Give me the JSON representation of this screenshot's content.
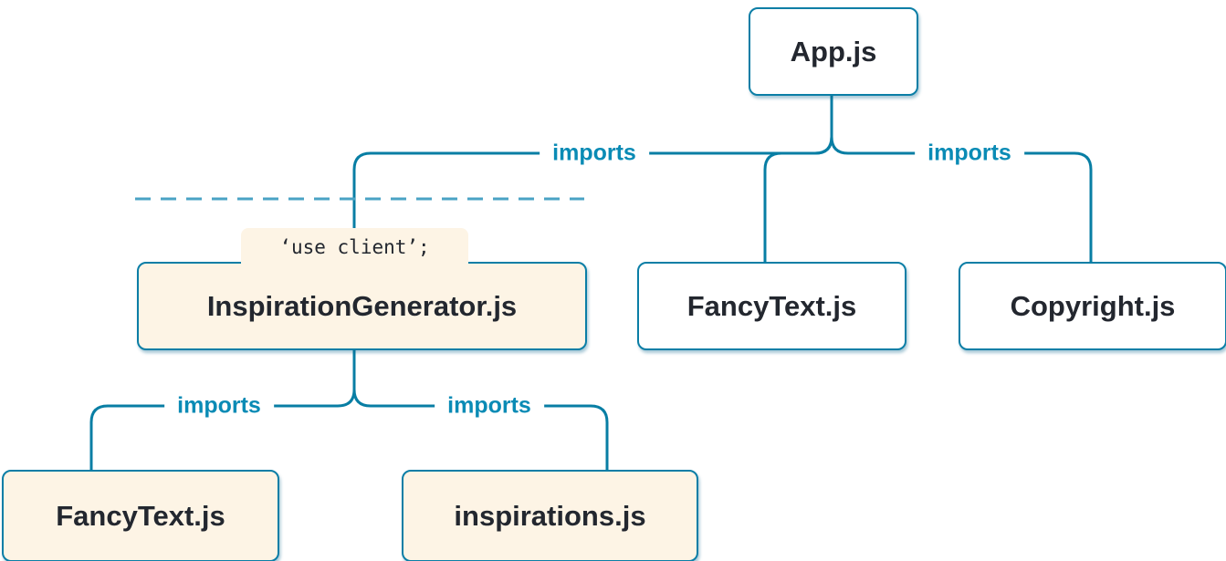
{
  "diagram": {
    "title": "module dependency tree with client boundary",
    "edge_label": "imports",
    "colors": {
      "line": "#087ea4",
      "box_border": "#0b7ea6",
      "server_box_bg": "#ffffff",
      "client_box_bg": "#fdf4e5",
      "label_text": "#23272f",
      "imports_text": "#0a8bb5",
      "boundary_line": "#4aa3c4"
    },
    "nodes": {
      "app": {
        "label": "App.js",
        "type": "server"
      },
      "inspiration_generator": {
        "label": "InspirationGenerator.js",
        "type": "client",
        "directive": "‘use client’;"
      },
      "fancy_text_top": {
        "label": "FancyText.js",
        "type": "server"
      },
      "copyright": {
        "label": "Copyright.js",
        "type": "server"
      },
      "fancy_text_bottom": {
        "label": "FancyText.js",
        "type": "client"
      },
      "inspirations": {
        "label": "inspirations.js",
        "type": "client"
      }
    },
    "edges": [
      {
        "from": "App.js",
        "to": "InspirationGenerator.js",
        "label": "imports"
      },
      {
        "from": "App.js",
        "to": "FancyText.js",
        "label": ""
      },
      {
        "from": "App.js",
        "to": "Copyright.js",
        "label": "imports"
      },
      {
        "from": "InspirationGenerator.js",
        "to": "FancyText.js",
        "label": "imports"
      },
      {
        "from": "InspirationGenerator.js",
        "to": "inspirations.js",
        "label": "imports"
      }
    ],
    "client_boundary": {
      "type": "dashed-line"
    }
  }
}
